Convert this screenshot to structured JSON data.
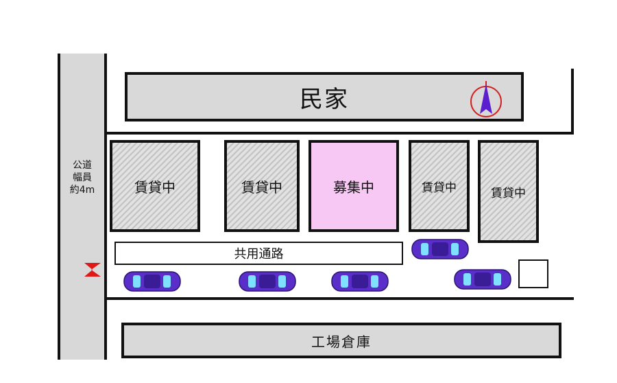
{
  "road": {
    "label_line1": "公道",
    "label_line2": "幅員",
    "label_line3": "約4m"
  },
  "house": {
    "label": "民家"
  },
  "warehouse": {
    "label": "工場倉庫"
  },
  "passage": {
    "label": "共用通路"
  },
  "lots": [
    {
      "label": "賃貸中",
      "status": "rented"
    },
    {
      "label": "賃貸中",
      "status": "rented"
    },
    {
      "label": "募集中",
      "status": "recruiting"
    },
    {
      "label": "賃貸中",
      "status": "rented"
    },
    {
      "label": "賃貸中",
      "status": "rented"
    }
  ],
  "colors": {
    "recruiting": "#f7c8f3",
    "rented": "#d6d6d6",
    "car_body": "#5a2fc9",
    "car_glass": "#7fe0ff",
    "entry_arrow": "#e01818",
    "compass_ring": "#d42020",
    "compass_needle": "#5b1fd0"
  },
  "icons": {
    "compass": "north-arrow-icon",
    "entry": "entry-arrow-icon",
    "car": "car-icon"
  }
}
